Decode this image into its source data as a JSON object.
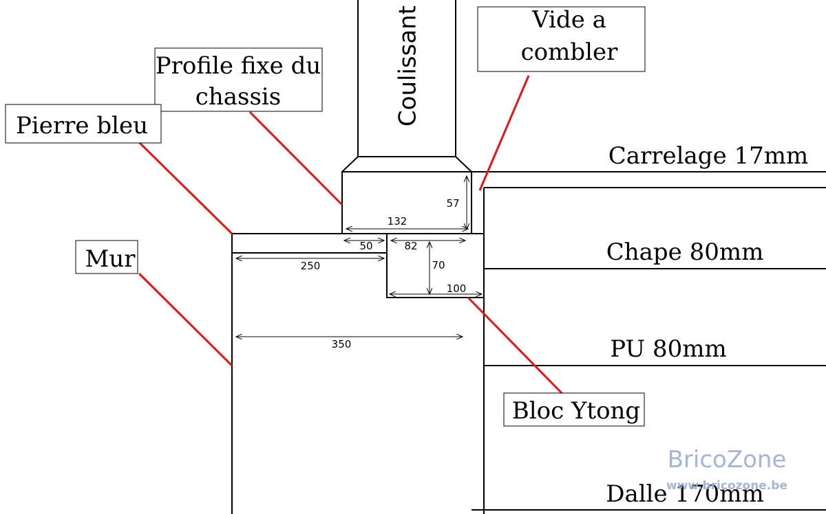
{
  "labels": {
    "coulissant": "Coulissant",
    "profile_fixe_line1": "Profile fixe du",
    "profile_fixe_line2": "chassis",
    "pierre_bleu": "Pierre bleu",
    "mur": "Mur",
    "vide_line1": "Vide a",
    "vide_line2": "combler",
    "bloc_ytong": "Bloc Ytong",
    "carrelage": "Carrelage 17mm",
    "chape": "Chape 80mm",
    "pu": "PU 80mm",
    "dalle": "Dalle 170mm"
  },
  "dimensions": {
    "d57": "57",
    "d132": "132",
    "d50": "50",
    "d82": "82",
    "d70": "70",
    "d250": "250",
    "d100": "100",
    "d350": "350"
  },
  "watermark": {
    "brand": "BricoZone",
    "url": "www.bricozone.be"
  },
  "colors": {
    "leader": "#ee1111",
    "line": "#000000",
    "watermark": "#9aaed6"
  }
}
